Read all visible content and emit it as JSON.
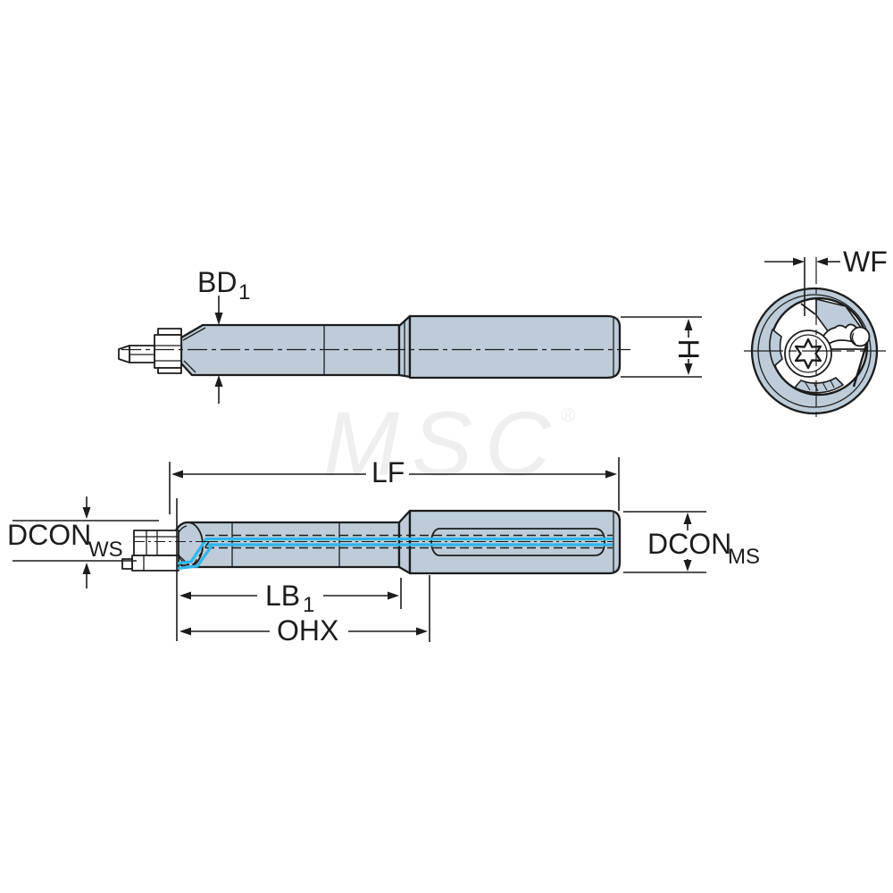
{
  "diagram": {
    "subject": "indexable boring bar with through-tool coolant, three-view technical drawing",
    "views": {
      "top": "side view of bar (upper)",
      "end": "end view with clamping screw and insert",
      "bottom": "side view showing internal coolant channel (lower)"
    }
  },
  "watermark": {
    "text": "MSC",
    "registered": "®"
  },
  "colors": {
    "body_fill": "#bdccd8",
    "outline": "#1c1c1c",
    "coolant": "#2eb6e8",
    "watermark": "#efefef",
    "background": "#ffffff"
  },
  "dimension_labels": {
    "bd1": {
      "main": "BD",
      "sub": "1"
    },
    "wf": {
      "main": "WF"
    },
    "h": {
      "main": "H"
    },
    "lf": {
      "main": "LF"
    },
    "dcon_ws": {
      "main": "DCON",
      "sub": "WS"
    },
    "dcon_ms": {
      "main": "DCON",
      "sub": "MS"
    },
    "lb1": {
      "main": "LB",
      "sub": "1"
    },
    "ohx": {
      "main": "OHX"
    }
  }
}
